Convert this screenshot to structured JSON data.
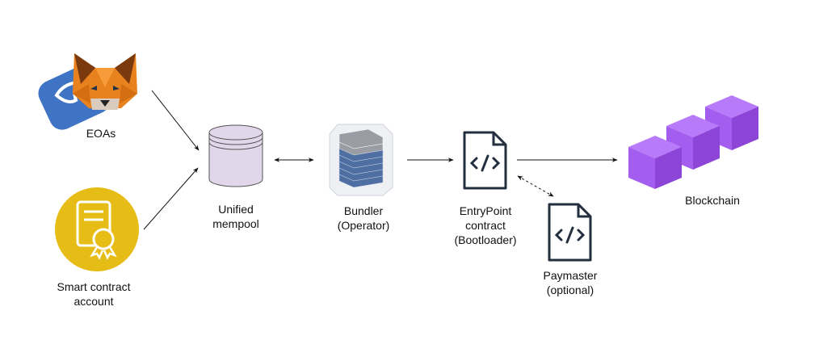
{
  "nodes": {
    "eoas": {
      "label": "EOAs",
      "icon": "metamask-fox-wallet-icon"
    },
    "smart_contract_account": {
      "label_line1": "Smart contract",
      "label_line2": "account",
      "icon": "certificate-badge-icon",
      "color": "#e6bd16"
    },
    "unified_mempool": {
      "label_line1": "Unified",
      "label_line2": "mempool",
      "icon": "database-cylinder-icon",
      "color": "#e2d6ea"
    },
    "bundler": {
      "label_line1": "Bundler",
      "label_line2": "(Operator)",
      "icon": "server-rack-icon"
    },
    "entrypoint": {
      "label_line1": "EntryPoint",
      "label_line2": "contract",
      "label_line3": "(Bootloader)",
      "icon": "code-file-icon"
    },
    "paymaster": {
      "label_line1": "Paymaster",
      "label_line2": "(optional)",
      "icon": "code-file-icon"
    },
    "blockchain": {
      "label": "Blockchain",
      "icon": "blocks-chain-icon",
      "color": "#a855f7"
    }
  },
  "edges": [
    {
      "from": "eoas",
      "to": "unified_mempool",
      "style": "solid",
      "direction": "forward"
    },
    {
      "from": "smart_contract_account",
      "to": "unified_mempool",
      "style": "solid",
      "direction": "forward"
    },
    {
      "from": "unified_mempool",
      "to": "bundler",
      "style": "solid",
      "direction": "both"
    },
    {
      "from": "bundler",
      "to": "entrypoint",
      "style": "solid",
      "direction": "forward"
    },
    {
      "from": "entrypoint",
      "to": "blockchain",
      "style": "solid",
      "direction": "forward"
    },
    {
      "from": "entrypoint",
      "to": "paymaster",
      "style": "dashed",
      "direction": "both"
    }
  ]
}
